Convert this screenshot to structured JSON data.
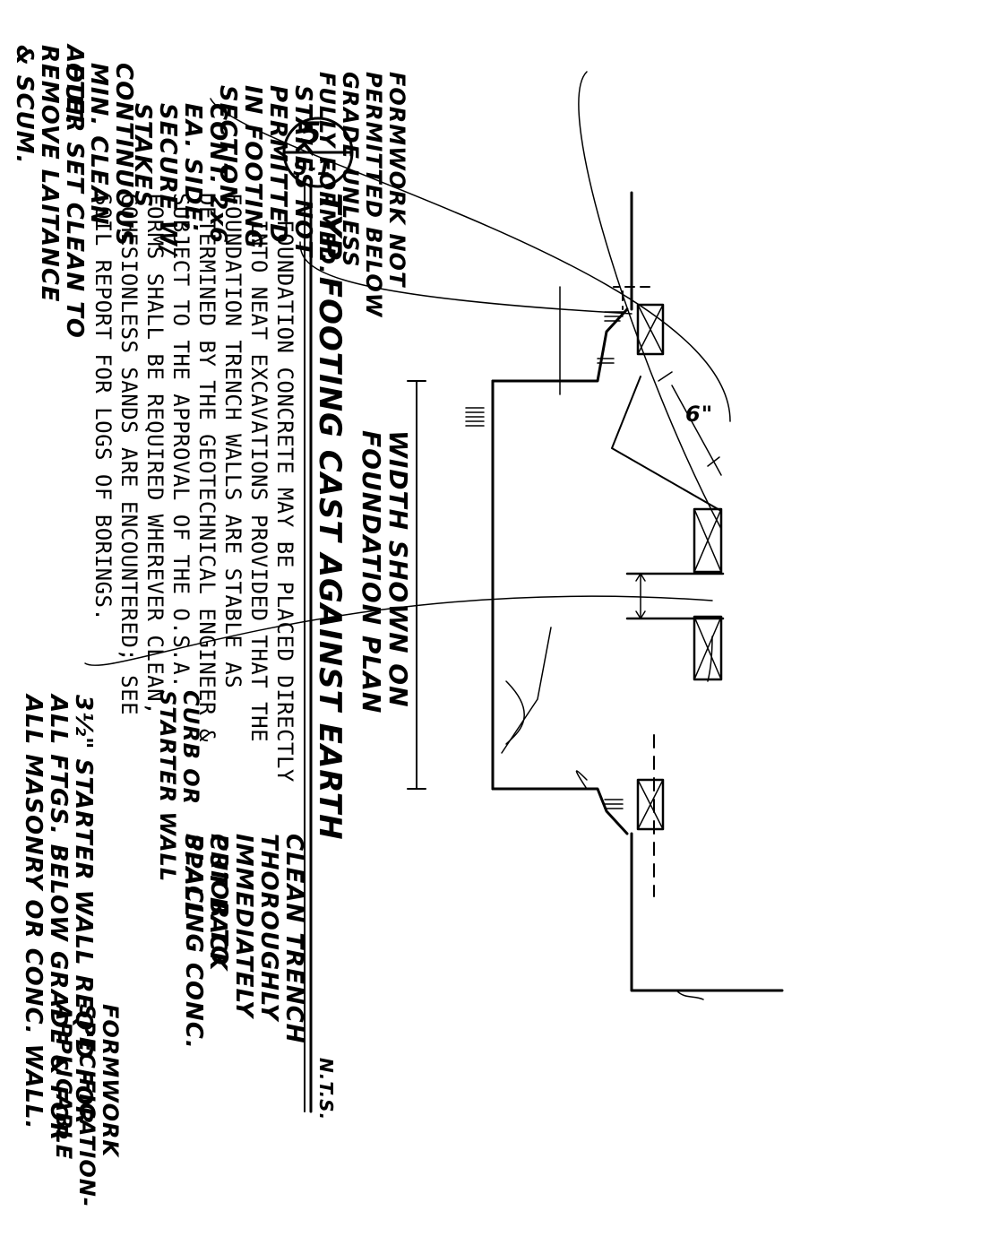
{
  "notes": {
    "after_set_clean_1": "AFTER SET CLEAN TO",
    "after_set_clean_2": "REMOVE LAITANCE",
    "after_set_clean_3": "& SCUM.",
    "continuous_1": "CONTINUOUS",
    "continuous_2": "MIN. CLEAN",
    "continuous_3": "OUT.",
    "cont_2x6_1": "CONT. 2x6",
    "cont_2x6_2": "EA. SIDE;",
    "cont_2x6_3": "SECURE W/",
    "cont_2x6_4": "STAKES",
    "stakes_not_1": "STAKES NOT",
    "stakes_not_2": "PERMITTED",
    "stakes_not_3": "IN FOOTING",
    "stakes_not_4": "SECTION",
    "formwork_not_1": "FORMWORK NOT",
    "formwork_not_2": "PERMITTED BELOW",
    "formwork_not_3": "GRADE UNLESS",
    "formwork_not_4": "FULLY FORMED.",
    "starter_wall_1": "3½\" STARTER WALL REQ'D FOR",
    "starter_wall_2": "ALL FTGS. BELOW GRADE & FOR",
    "starter_wall_3": "ALL MASONRY OR CONC. WALL.",
    "formwork_spec_1": "FORMWORK",
    "formwork_spec_2": "SPECIFICATION-",
    "formwork_spec_3": "APPLICABLE",
    "curb_1": "CURB OR",
    "curb_2": "STARTER WALL",
    "cutback_1": "CUT BACK",
    "cutback_2": "SPALL",
    "clean_trench_1": "CLEAN TRENCH",
    "clean_trench_2": "THOROUGHLY",
    "clean_trench_3": "IMMEDIATELY",
    "clean_trench_4": "PRIOR TO",
    "clean_trench_5": "PLACING CONC.",
    "width_1": "WIDTH SHOWN ON",
    "width_2": "FOUNDATION PLAN",
    "dim_6": "6\""
  },
  "detail": {
    "number": "5",
    "sheet": "S-1",
    "title": "TYP. FOOTING CAST AGAINST EARTH",
    "scale": "N.T.S."
  },
  "paragraph": [
    "FOUNDATION CONCRETE MAY BE PLACED DIRECTLY",
    "INTO NEAT EXCAVATIONS PROVIDED THAT THE",
    "FOUNDATION TRENCH WALLS ARE STABLE AS",
    "DETERMINED BY THE GEOTECHNICAL ENGINEER &",
    "SUBJECT TO THE APPROVAL OF THE O.S.A.",
    "FORMS SHALL BE REQUIRED WHEREVER CLEAN,",
    "COHESIONLESS SANDS ARE ENCOUNTERED; SEE",
    "SOIL REPORT FOR LOGS OF BORINGS."
  ]
}
